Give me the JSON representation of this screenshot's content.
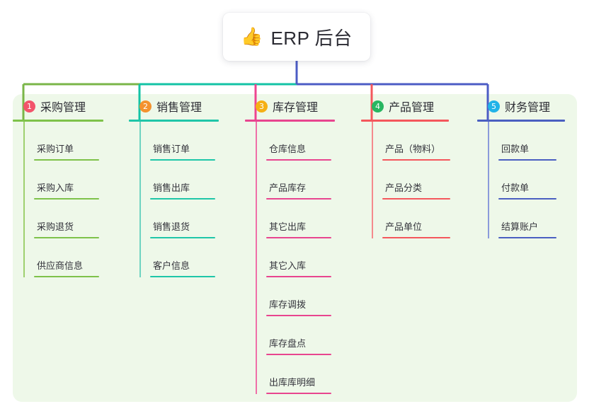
{
  "root": {
    "icon": "thumbs-up-icon",
    "emoji": "👍",
    "title": "ERP 后台"
  },
  "palette": {
    "panel_bg": "#eef8e9",
    "page_bg": "#ffffff",
    "trunk": "#4c5cc5",
    "text": "#2c2c34"
  },
  "columns": [
    {
      "index": "1",
      "title": "采购管理",
      "badge_color": "#f2546b",
      "line_color": "#7ec24a",
      "spine_color": "#9ed06e",
      "connector_color": "#7ab648",
      "items": [
        "采购订单",
        "采购入库",
        "采购退货",
        "供应商信息"
      ]
    },
    {
      "index": "2",
      "title": "销售管理",
      "badge_color": "#f4922e",
      "line_color": "#1fc6a8",
      "spine_color": "#6fd4c1",
      "connector_color": "#13c3a5",
      "items": [
        "销售订单",
        "销售出库",
        "销售退货",
        "客户信息"
      ]
    },
    {
      "index": "3",
      "title": "库存管理",
      "badge_color": "#f5b015",
      "line_color": "#e8458f",
      "spine_color": "#ef6fa8",
      "connector_color": "#ee4490",
      "items": [
        "仓库信息",
        "产品库存",
        "其它出库",
        "其它入库",
        "库存调拨",
        "库存盘点",
        "出库库明细"
      ]
    },
    {
      "index": "4",
      "title": "产品管理",
      "badge_color": "#28b661",
      "line_color": "#f4575c",
      "spine_color": "#f58a8d",
      "connector_color": "#f4575c",
      "items": [
        "产品（物料）",
        "产品分类",
        "产品单位"
      ]
    },
    {
      "index": "5",
      "title": "财务管理",
      "badge_color": "#21b3e8",
      "line_color": "#4a5fc1",
      "spine_color": "#8b9bdb",
      "connector_color": "#4c5cc5",
      "items": [
        "回款单",
        "付款单",
        "结算账户"
      ]
    }
  ]
}
